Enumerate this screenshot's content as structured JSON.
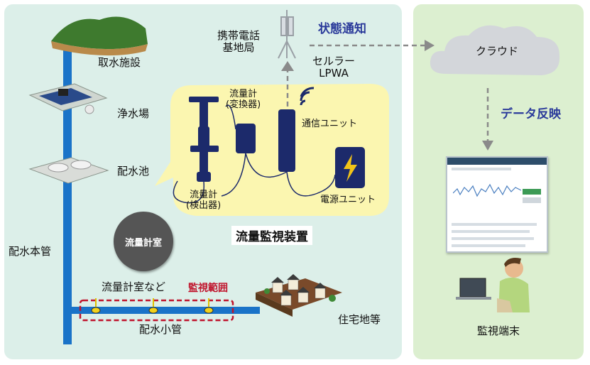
{
  "labels": {
    "intake": "取水施設",
    "purification": "浄水場",
    "reservoir": "配水池",
    "main_pipe": "配水本管",
    "base_station": "携帯電話\n基地局",
    "status_notify": "状態通知",
    "cellular": "セルラー\nLPWA",
    "cloud": "クラウド",
    "data_reflect": "データ反映",
    "converter": "流量計\n(変換器)",
    "comm_unit": "通信ユニット",
    "power_unit": "電源ユニット",
    "detector": "流量計\n(検出器)",
    "device_title": "流量監視装置",
    "meter_room": "流量計室",
    "meter_room_etc": "流量計室など",
    "monitor_range": "監視範囲",
    "small_pipe": "配水小管",
    "residential": "住宅地等",
    "terminal": "監視端末"
  },
  "colors": {
    "pipe_blue": "#1a73c8",
    "title_blue": "#2a3a9a",
    "range_red": "#c0142c",
    "device_yellow": "#fbf6b0",
    "unit_navy": "#1c2a6b"
  },
  "icons": [
    "mountain-icon",
    "purification-plant-icon",
    "reservoir-tank-icon",
    "antenna-tower-icon",
    "cloud-icon",
    "wireless-signal-icon",
    "lightning-icon",
    "monitor-icon",
    "person-icon",
    "house-icon"
  ]
}
